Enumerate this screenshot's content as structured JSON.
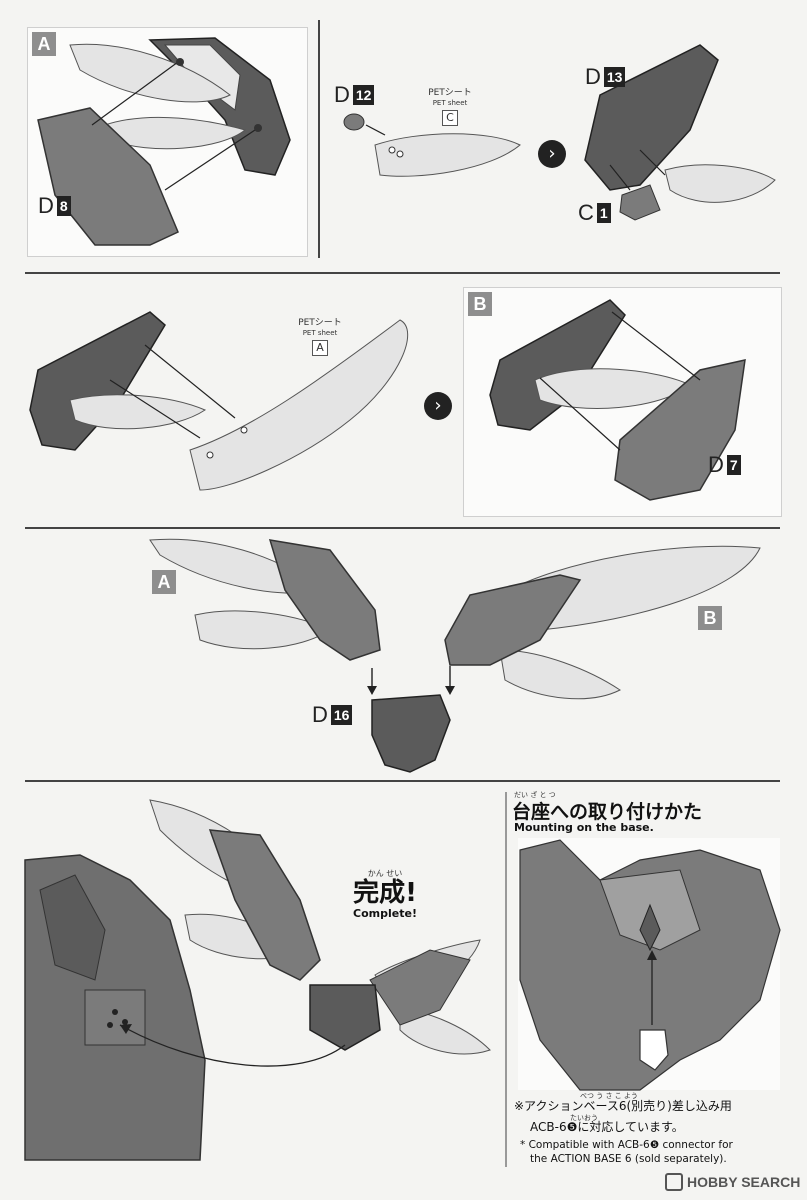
{
  "step1": {
    "tag_a": "A",
    "part_d8": {
      "letter": "D",
      "num": "8"
    }
  },
  "step2": {
    "part_d12": {
      "letter": "D",
      "num": "12"
    },
    "pet_label_jp": "PETシート",
    "pet_label_en": "PET sheet",
    "pet_code": "C",
    "part_d13": {
      "letter": "D",
      "num": "13"
    },
    "part_c1": {
      "letter": "C",
      "num": "1"
    }
  },
  "step3": {
    "pet_label_jp": "PETシート",
    "pet_label_en": "PET sheet",
    "pet_code": "A",
    "tag_b": "B",
    "part_d7": {
      "letter": "D",
      "num": "7"
    }
  },
  "step4": {
    "tag_a": "A",
    "tag_b": "B",
    "part_d16": {
      "letter": "D",
      "num": "16"
    }
  },
  "step5": {
    "complete_ruby": "かん  せい",
    "complete_jp": "完成!",
    "complete_en": "Complete!"
  },
  "mounting": {
    "ruby": "だい  ざ           と     つ",
    "title_jp": "台座への取り付けかた",
    "title_en": "Mounting on the base.",
    "note_ruby1": "べつ  う     さ     こ   よう",
    "note_jp_line1": "※アクションベース6(別売り)差し込み用",
    "note_ruby2": "たいおう",
    "note_jp_line2": "ACB-6❺に対応しています。",
    "note_en_line1": "* Compatible with ACB-6❺ connector for",
    "note_en_line2": "the ACTION BASE 6 (sold separately)."
  },
  "watermark": "HOBBY SEARCH",
  "colors": {
    "part_gray": "#7b7b7b",
    "dark": "#3a3a3a",
    "wing": "#e2e2e2"
  }
}
